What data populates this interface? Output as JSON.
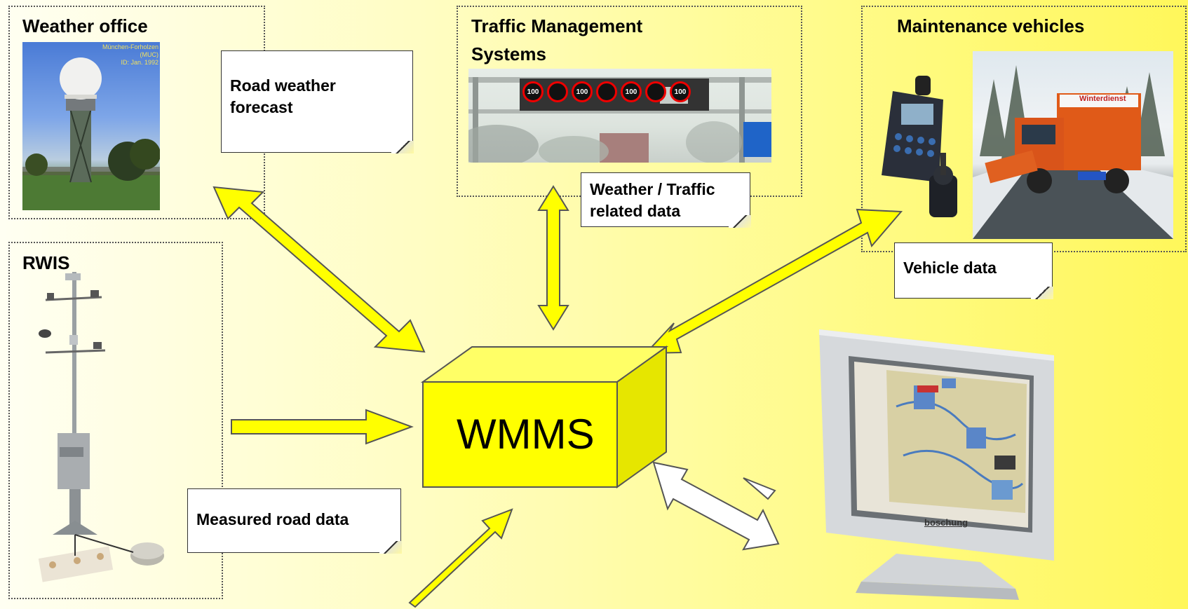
{
  "groups": {
    "weather_office": {
      "title": "Weather office"
    },
    "traffic_management": {
      "title_line1": "Traffic Management",
      "title_line2": "Systems"
    },
    "maintenance_vehicles": {
      "title": "Maintenance vehicles"
    },
    "rwis": {
      "title": "RWIS"
    }
  },
  "notes": {
    "road_weather": {
      "line1": "Road weather",
      "line2": "forecast"
    },
    "weather_traffic": {
      "line1": "Weather / Traffic",
      "line2": "related data"
    },
    "vehicle_data": {
      "text": "Vehicle data"
    },
    "measured_road": {
      "text": "Measured road data"
    }
  },
  "center": {
    "label": "WMMS"
  },
  "photos": {
    "radar_caption": {
      "line1": "München-Forholzen",
      "line2": "(MUC)",
      "line3": "ID: Jan. 1992"
    },
    "sign_speed": "100",
    "truck_sign": "Winterdienst",
    "monitor_brand": "boschung"
  },
  "colors": {
    "arrow_fill": "#ffff00",
    "arrow_stroke": "#555555",
    "box_front": "#ffff00",
    "box_top": "#ffff66",
    "box_side": "#e6e600"
  }
}
